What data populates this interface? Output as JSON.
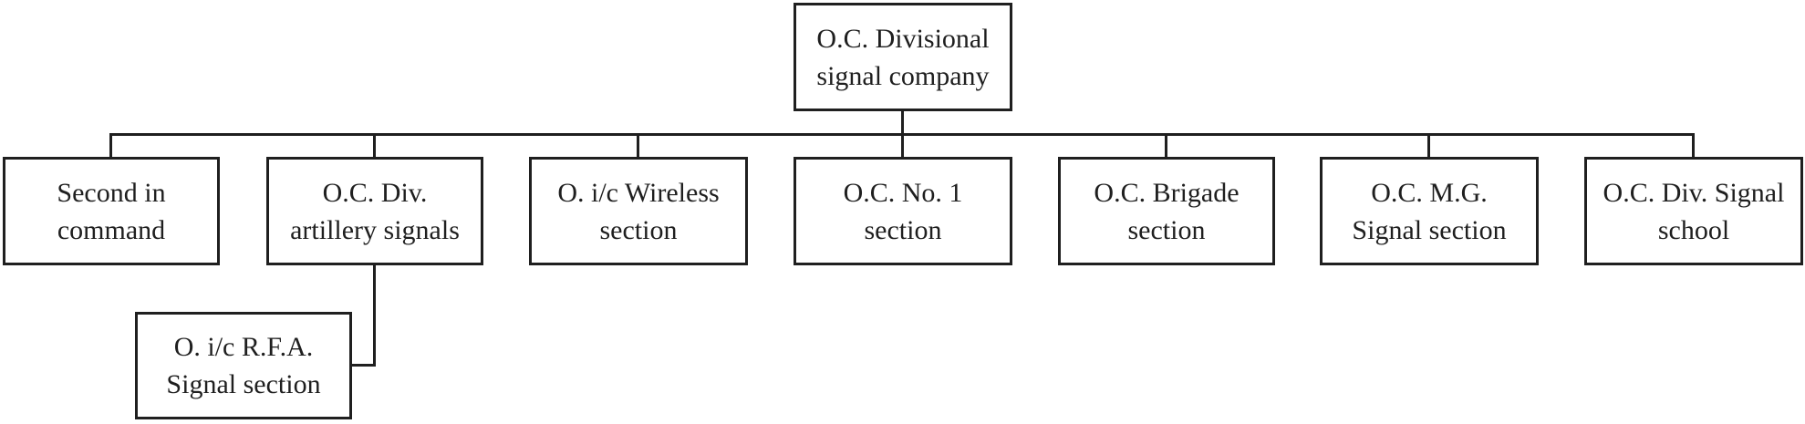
{
  "colors": {
    "background": "#ffffff",
    "line": "#1f1f1f",
    "text": "#1f1f1f",
    "box_fill": "#ffffff"
  },
  "org_chart": {
    "type": "hierarchy",
    "root": {
      "id": "oc-divisional-signal-company",
      "label": "O.C. Divisional signal company",
      "lines": [
        "O.C. Divisional",
        "signal company"
      ]
    },
    "children": [
      {
        "id": "second-in-command",
        "label": "Second in command",
        "lines": [
          "Second in",
          "command"
        ]
      },
      {
        "id": "oc-div-artillery-signals",
        "label": "O.C. Div. artillery signals",
        "lines": [
          "O.C. Div.",
          "artillery signals"
        ],
        "children": [
          {
            "id": "o-ic-rfa-signal-section",
            "label": "O. i/c R.F.A. Signal section",
            "lines": [
              "O. i/c R.F.A.",
              "Signal section"
            ]
          }
        ]
      },
      {
        "id": "o-ic-wireless-section",
        "label": "O. i/c Wireless section",
        "lines": [
          "O. i/c Wireless",
          "section"
        ]
      },
      {
        "id": "oc-no-1-section",
        "label": "O.C. No. 1 section",
        "lines": [
          "O.C. No. 1",
          "section"
        ]
      },
      {
        "id": "oc-brigade-section",
        "label": "O.C. Brigade section",
        "lines": [
          "O.C. Brigade",
          "section"
        ]
      },
      {
        "id": "oc-mg-signal-section",
        "label": "O.C. M.G. Signal section",
        "lines": [
          "O.C. M.G.",
          "Signal section"
        ]
      },
      {
        "id": "oc-div-signal-school",
        "label": "O.C. Div. Signal school",
        "lines": [
          "O.C. Div. Signal",
          "school"
        ]
      }
    ]
  }
}
